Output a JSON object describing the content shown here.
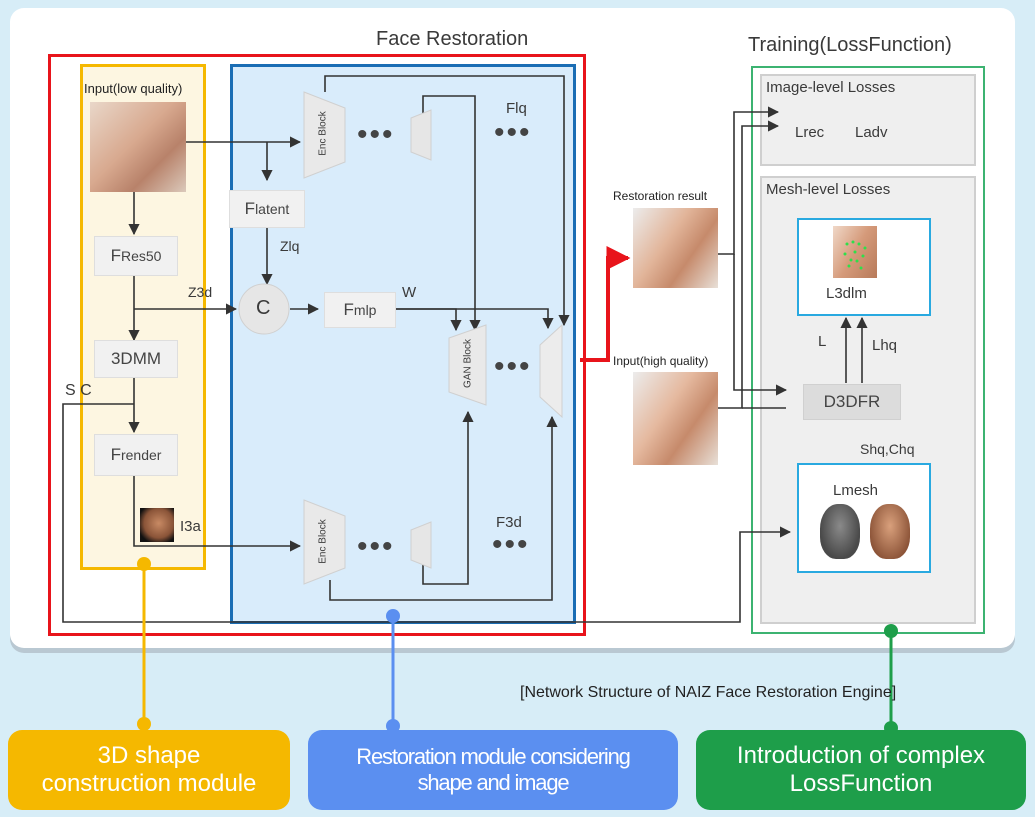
{
  "diagram": {
    "face_restoration_title": "Face Restoration",
    "training_title": "Training(LossFunction)",
    "input_low_label": "Input(low quality)",
    "f_res50": {
      "main": "F",
      "sub": "Res50"
    },
    "three_dmm": "3DMM",
    "f_render": {
      "main": "F",
      "sub": "render"
    },
    "sc_label": "S C",
    "z3d": "Z3d",
    "i3a": "I3a",
    "f_latent": {
      "main": "F",
      "sub": "latent"
    },
    "zlq": "Zlq",
    "concat": "C",
    "f_mlp": {
      "main": "F",
      "sub": "mlp"
    },
    "w_label": "W",
    "enc_block": "Enc Block",
    "gan_block": "GAN Block",
    "flq": "Flq",
    "f3d": "F3d",
    "restoration_result": "Restoration result",
    "input_high_label": "Input(high quality)",
    "image_losses_title": "Image-level Losses",
    "lrec": "Lrec",
    "ladv": "Ladv",
    "mesh_losses_title": "Mesh-level Losses",
    "l3dlm": "L3dlm",
    "l_label": "L",
    "lhq": "Lhq",
    "d3dfr": "D3DFR",
    "shq_chq": "Shq,Chq",
    "lmesh": "Lmesh",
    "caption": "[Network Structure of NAIZ Face Restoration Engine]"
  },
  "modules": [
    {
      "line1": "3D shape",
      "line2": "construction module",
      "color": "#f5b800"
    },
    {
      "line1": "Restoration module considering",
      "line2": "shape and image",
      "color": "#5b8ff0"
    },
    {
      "line1": "Introduction of complex",
      "line2": "LossFunction",
      "color": "#1e9e4a"
    }
  ],
  "colors": {
    "face_restoration_border": "#e8141b",
    "shape_module_border": "#f5b800",
    "restoration_module_border": "#1a6db4",
    "training_border": "#3cb371",
    "mesh_inner_border": "#29a9e0"
  }
}
